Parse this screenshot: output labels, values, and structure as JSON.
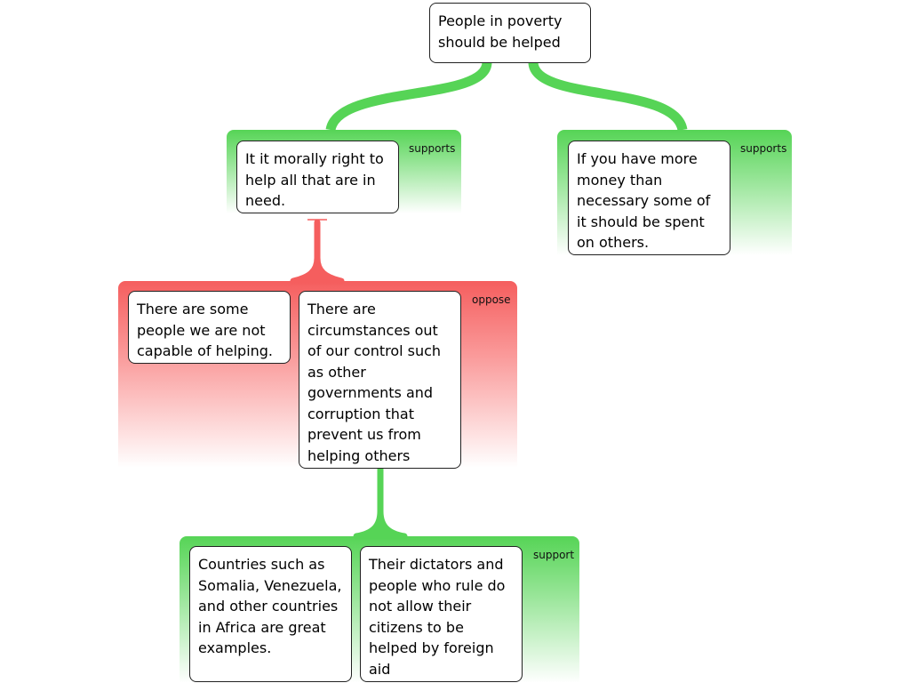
{
  "nodes": {
    "root": "People in poverty should be helped",
    "claim_left": "It it morally right to help all that are in need.",
    "claim_right": "If you have more money than necessary some of it should be spent on others.",
    "oppose_1": "There are some people we are not capable of helping.",
    "oppose_2": "There are circumstances out of our control such as other governments and corruption that prevent us from helping others",
    "support_1": "Countries such as Somalia, Venezuela, and other countries in Africa are great examples.",
    "support_2": "Their dictators and people who rule do not allow their citizens to be helped by foreign aid"
  },
  "labels": {
    "supports_left": "supports",
    "supports_right": "supports",
    "oppose": "oppose",
    "support_bottom": "support"
  },
  "colors": {
    "support": "#56d456",
    "oppose": "#f55e5e"
  }
}
